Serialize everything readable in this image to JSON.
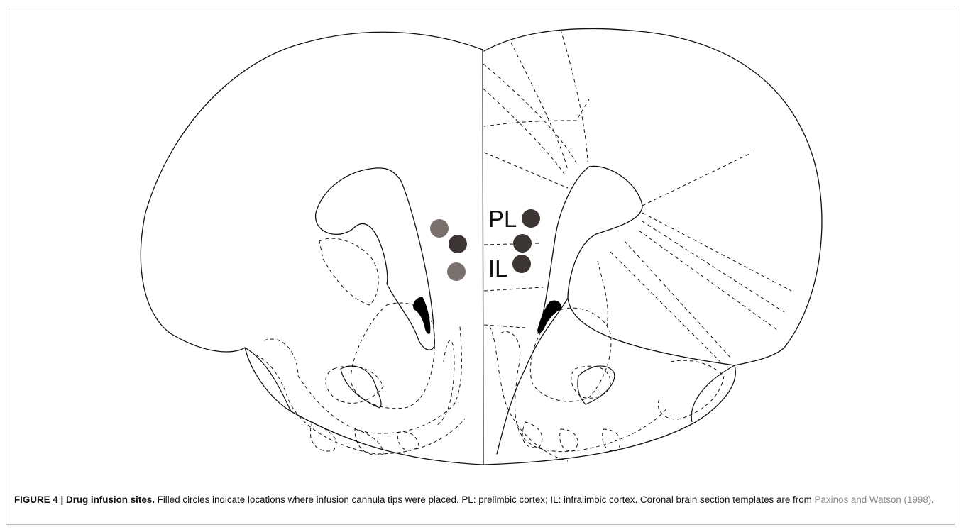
{
  "figure": {
    "labels": {
      "pl": "PL",
      "il": "IL"
    },
    "colors": {
      "left_sites": "#7a706e",
      "right_sites": "#3b3634",
      "outline": "#111111",
      "ventricle": "#000000"
    },
    "infusion_sites": [
      {
        "hemisphere": "left",
        "region": "PL",
        "shade": "light"
      },
      {
        "hemisphere": "left",
        "region": "PL/IL",
        "shade": "dark"
      },
      {
        "hemisphere": "left",
        "region": "IL",
        "shade": "light"
      },
      {
        "hemisphere": "right",
        "region": "PL",
        "shade": "dark"
      },
      {
        "hemisphere": "right",
        "region": "PL/IL",
        "shade": "dark"
      },
      {
        "hemisphere": "right",
        "region": "IL",
        "shade": "dark"
      }
    ]
  },
  "caption": {
    "label": "FIGURE 4 | Drug infusion sites.",
    "text": " Filled circles indicate locations where infusion cannula tips were placed. PL: prelimbic cortex; IL: infralimbic cortex. Coronal brain section templates are from ",
    "citation": "Paxinos and Watson (1998)",
    "end": "."
  }
}
